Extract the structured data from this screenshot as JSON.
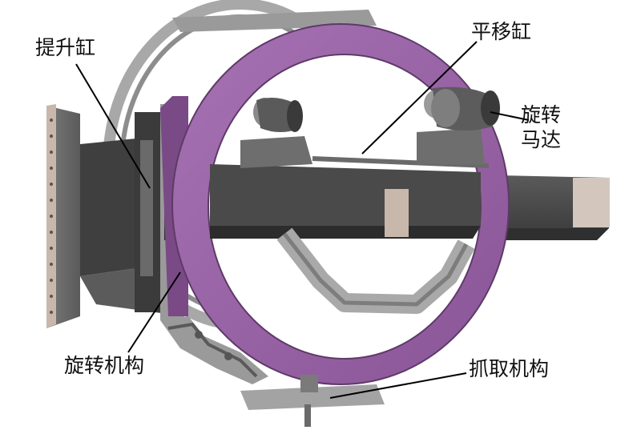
{
  "labels": {
    "lift_cylinder": "提升缸",
    "translation_cylinder": "平移缸",
    "rotation_motor_line1": "旋转",
    "rotation_motor_line2": "马达",
    "rotation_mechanism": "旋转机构",
    "gripping_mechanism": "抓取机构"
  },
  "colors": {
    "ring": "#9b63a8",
    "ring_dark": "#6d4576",
    "frame": "#8a8a8a",
    "frame_dark": "#4e4e4e",
    "beam": "#555555",
    "block": "#b9aaa0",
    "leader": "#000000"
  }
}
